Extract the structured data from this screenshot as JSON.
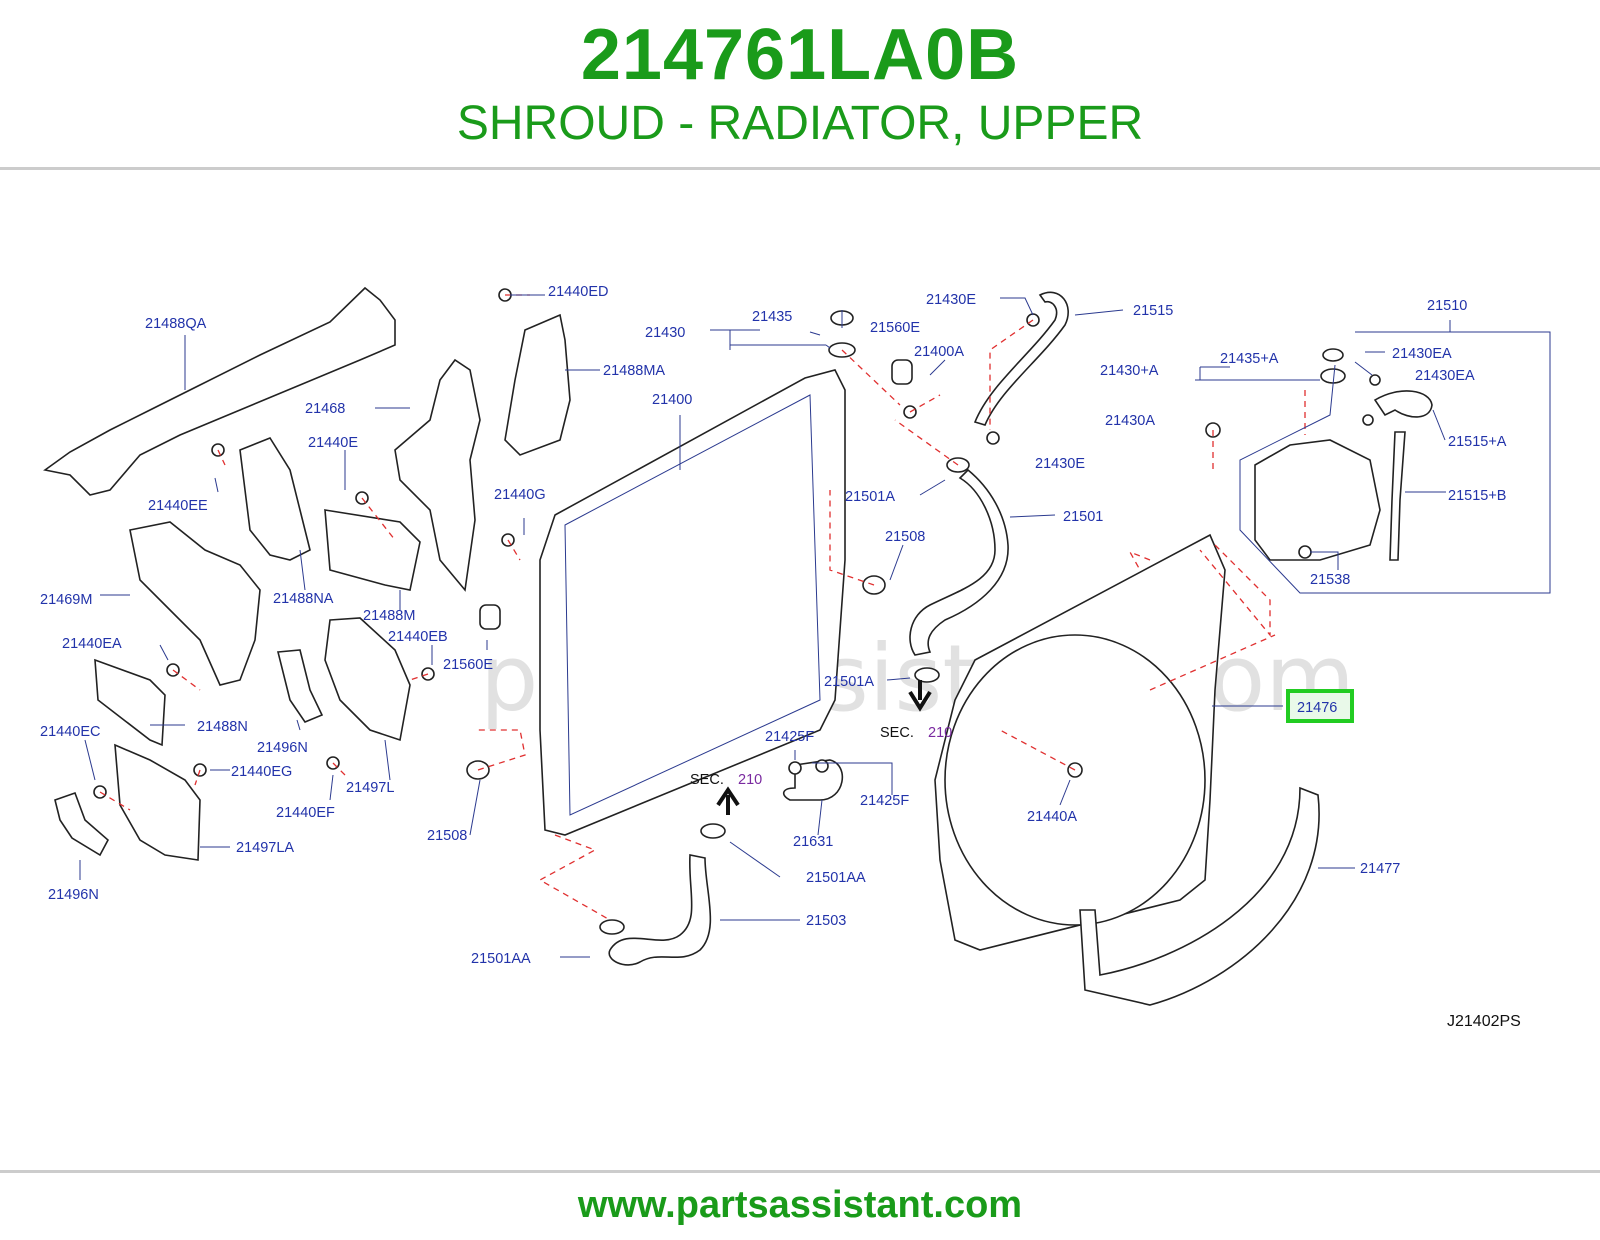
{
  "header": {
    "part_number": "214761LA0B",
    "part_name": "SHROUD - RADIATOR, UPPER"
  },
  "footer": {
    "website": "www.partsassistant.com"
  },
  "diagram": {
    "watermark": "partsassistant.com",
    "code": "J21402PS",
    "highlight_color": "#22cc22",
    "label_color": "#2233aa",
    "title_color": "#1a9b1a",
    "sec_label": "SEC.",
    "sec_number": "210",
    "callouts": [
      "21488QA",
      "21440ED",
      "21488MA",
      "21430",
      "21435",
      "21560E",
      "21400A",
      "21430E",
      "21515",
      "21510",
      "21435+A",
      "21430EA",
      "21430+A",
      "21430EA",
      "21430A",
      "21515+A",
      "21430E",
      "21515+B",
      "21538",
      "21468",
      "21400",
      "21440E",
      "21501A",
      "21501",
      "21440G",
      "21508",
      "21440EE",
      "21488NA",
      "21488M",
      "21469M",
      "21440EB",
      "21440EA",
      "21560E",
      "21501A",
      "21476",
      "21488N",
      "21496N",
      "21440EC",
      "21440EG",
      "21497L",
      "21425F",
      "21440EF",
      "21440A",
      "21425F",
      "21508",
      "21631",
      "21497LA",
      "21501AA",
      "21477",
      "21496N",
      "21503",
      "21501AA"
    ],
    "highlighted_callout": "21476"
  }
}
